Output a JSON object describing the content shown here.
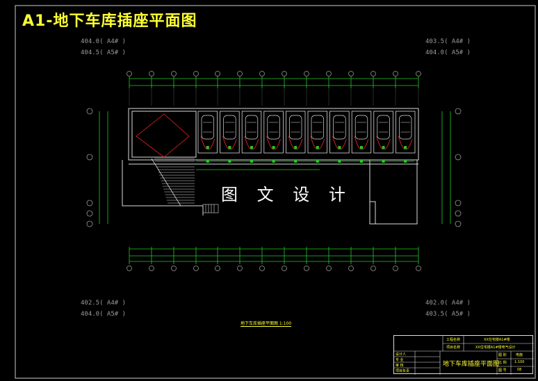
{
  "drawing": {
    "title": "A1-地下车库插座平面图",
    "watermark": "图 文 设 计",
    "plan_caption": "地下车库插座平面图 1:100"
  },
  "elevations": {
    "top_left": [
      "404.0( A4# )",
      "404.5( A5# )"
    ],
    "top_right": [
      "403.5( A4# )",
      "404.0( A5# )"
    ],
    "bottom_left": [
      "402.5( A4# )",
      "404.0( A5# )"
    ],
    "bottom_right": [
      "402.0( A4# )",
      "403.5( A5# )"
    ]
  },
  "title_block": {
    "project_label": "工程名称",
    "project_value": "XX住宅楼A1#楼",
    "item_label": "项目名称",
    "item_value": "XX住宅楼A1#楼电气设计",
    "roles": [
      "设计人",
      "专 业",
      "审 核",
      "项目负责"
    ],
    "drawing_name": "地下车库插座平面图",
    "fields": [
      {
        "label": "图 别",
        "value": "电施"
      },
      {
        "label": "比 例",
        "value": "1:100"
      },
      {
        "label": "图 号",
        "value": "08"
      }
    ]
  },
  "colors": {
    "background": "#000000",
    "title": "#ffff33",
    "plan_lines": "#dddddd",
    "dimension": "#22cc22",
    "circuit": "#ee2222",
    "axis": "#9a9a9a"
  },
  "parking_bay_count": 10
}
